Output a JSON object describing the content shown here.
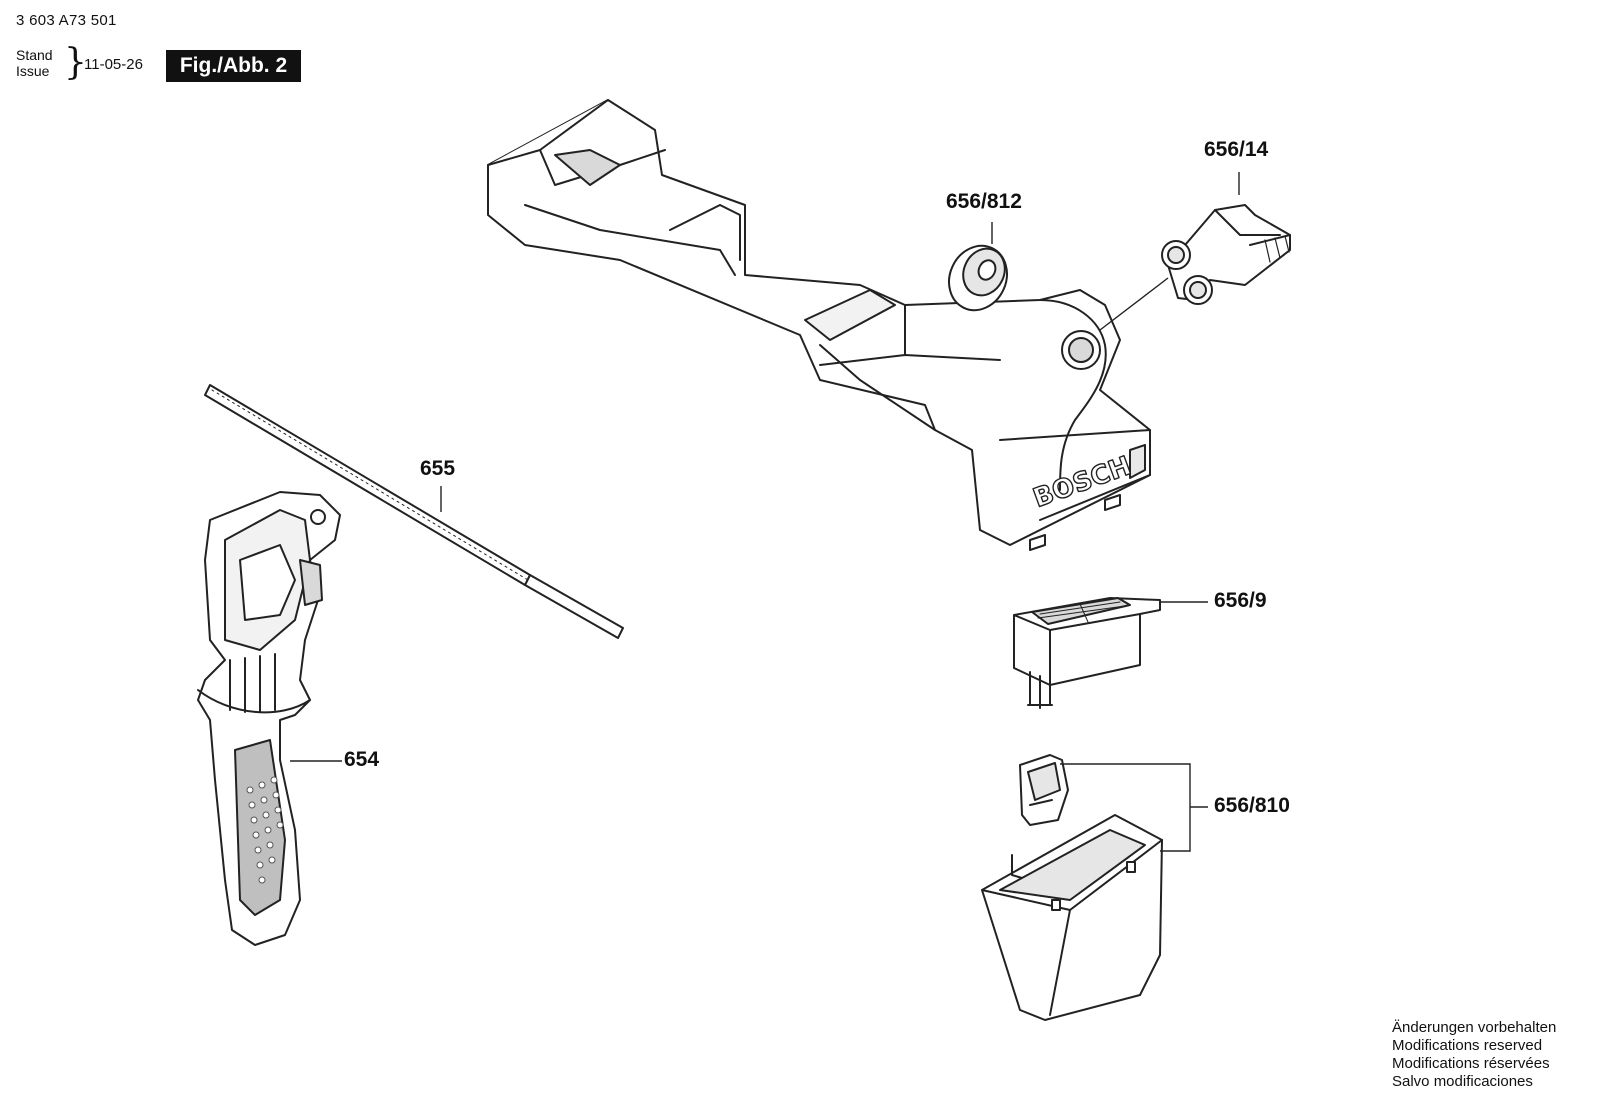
{
  "header": {
    "doc_number": "3 603 A73 501",
    "stand_label": "Stand",
    "issue_label": "Issue",
    "issue_date": "11-05-26",
    "figure_label": "Fig./Abb. 2"
  },
  "parts": [
    {
      "id": "656/14",
      "label": "656/14"
    },
    {
      "id": "656/812",
      "label": "656/812"
    },
    {
      "id": "655",
      "label": "655"
    },
    {
      "id": "656/9",
      "label": "656/9"
    },
    {
      "id": "654",
      "label": "654"
    },
    {
      "id": "656/810",
      "label": "656/810"
    }
  ],
  "brand_mark": "BOSCH",
  "footer": {
    "line1": "Änderungen vorbehalten",
    "line2": "Modifications reserved",
    "line3": "Modifications réservées",
    "line4": "Salvo modificaciones"
  },
  "colors": {
    "line": "#222222",
    "fill": "#ffffff",
    "shade": "#d9d9d9",
    "badge": "#111111"
  }
}
